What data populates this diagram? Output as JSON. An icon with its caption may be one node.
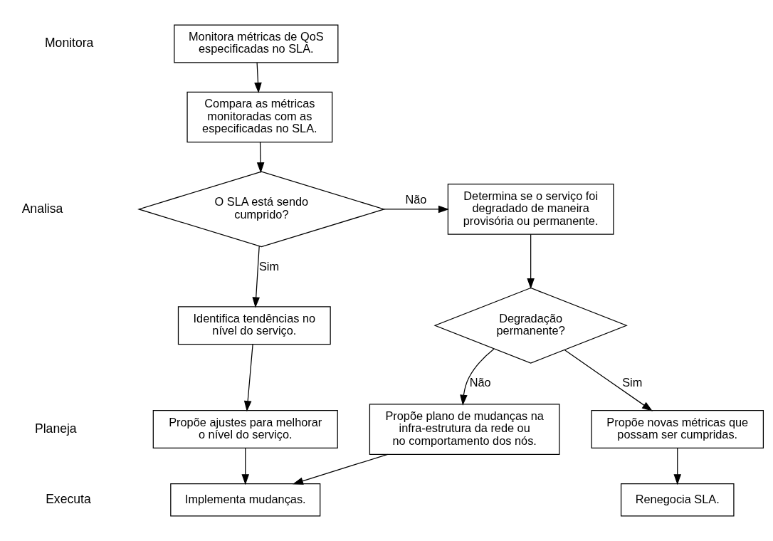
{
  "diagram": {
    "nodes": [
      {
        "text": [
          "Monitora métricas de QoS especificadas no SLA."
        ]
      },
      {
        "text": [
          "Compara as métricas monitoradas com as especificadas no SLA."
        ]
      },
      {
        "text": [
          "O SLA está sendo cumprido?"
        ]
      },
      {
        "text": [
          "Determina se o serviço foi degradado de maneira provisória ou permanente."
        ]
      },
      {
        "text": [
          "Identifica tendências no nível do serviço."
        ]
      },
      {
        "text": [
          "Degradação permanente?"
        ]
      },
      {
        "text": [
          "Propõe ajustes para melhorar o nível do serviço."
        ]
      },
      {
        "text": [
          "Propõe plano de mudanças na infra-estrutura da rede ou no comportamento dos nós."
        ]
      },
      {
        "text": [
          "Propõe novas métricas que possam ser cumpridas."
        ]
      },
      {
        "text": [
          "Implementa mudanças."
        ]
      },
      {
        "text": [
          "Renegocia SLA."
        ]
      }
    ],
    "edges": [
      {
        "from": 0,
        "to": 1,
        "arrow": "to"
      },
      {
        "from": 1,
        "to": 2,
        "arrow": "to"
      },
      {
        "from": 2,
        "to": 3,
        "label": "Não",
        "arrow": "to"
      },
      {
        "from": 2,
        "to": 4,
        "label": "Sim",
        "arrow": "to"
      },
      {
        "from": 3,
        "to": 5,
        "arrow": "to"
      },
      {
        "from": 4,
        "to": 6,
        "arrow": "to"
      },
      {
        "from": 5,
        "to": 8,
        "label": "Sim",
        "arrow": "to"
      },
      {
        "from": 5,
        "to": 7,
        "label": "Não",
        "arrow": "to"
      },
      {
        "from": 6,
        "to": 9,
        "arrow": "to"
      },
      {
        "from": 7,
        "to": 9,
        "arrow": "to"
      },
      {
        "from": 8,
        "to": 10,
        "arrow": "to"
      }
    ],
    "labels": [
      "Monitora",
      "Analisa",
      "Planeja",
      "Executa"
    ]
  }
}
